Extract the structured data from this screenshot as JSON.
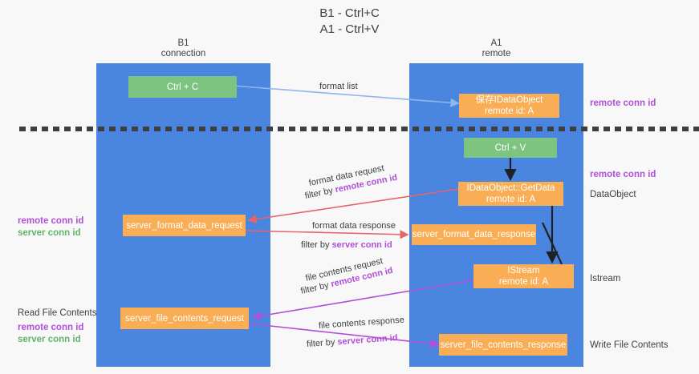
{
  "title": {
    "line1": "B1 - Ctrl+C",
    "line2": "A1 - Ctrl+V"
  },
  "columns": [
    {
      "id": "b1",
      "name": "B1",
      "role": "connection"
    },
    {
      "id": "a1",
      "name": "A1",
      "role": "remote"
    }
  ],
  "colors": {
    "lane": "#4a86e0",
    "box_green": "#7cc47f",
    "box_orange": "#f9ad54",
    "accent_purple": "#b14fd8",
    "accent_green": "#62b36a",
    "arrow_blue": "#8cb8ea",
    "arrow_red": "#e8636b",
    "arrow_magenta": "#b14fd8",
    "arrow_black": "#202124",
    "background": "#f8f8f8",
    "text": "#3c4043"
  },
  "boxes": {
    "ctrl_c": {
      "label": "Ctrl + C",
      "kind": "green"
    },
    "save_idataobject": {
      "line1": "保存IDataObject",
      "line2": "remote id: A",
      "kind": "orange"
    },
    "ctrl_v": {
      "label": "Ctrl + V",
      "kind": "green"
    },
    "getdata": {
      "line1": "IDataObject::GetData",
      "line2": "remote id: A",
      "kind": "orange"
    },
    "server_format_data_request": {
      "label": "server_format_data_request",
      "kind": "orange"
    },
    "server_format_data_response": {
      "label": "server_format_data_response",
      "kind": "orange"
    },
    "istream": {
      "line1": "IStream",
      "line2": "remote id: A",
      "kind": "orange"
    },
    "server_file_contents_request": {
      "label": "server_file_contents_request",
      "kind": "orange"
    },
    "server_file_contents_response": {
      "label": "server_file_contents_response",
      "kind": "orange"
    }
  },
  "right_labels": [
    {
      "id": "remote-conn-id-1",
      "text": "remote conn id",
      "style": "purple"
    },
    {
      "id": "remote-conn-id-2",
      "text": "remote conn id",
      "style": "purple"
    },
    {
      "id": "dataobject",
      "text": "DataObject",
      "style": "dark"
    },
    {
      "id": "istream",
      "text": "Istream",
      "style": "dark"
    },
    {
      "id": "write-file-contents",
      "text": "Write File Contents",
      "style": "dark"
    }
  ],
  "left_labels": {
    "group1": [
      {
        "text": "remote conn id",
        "style": "purple"
      },
      {
        "text": "server conn id",
        "style": "green"
      }
    ],
    "read_file_contents": "Read File Contents",
    "group2": [
      {
        "text": "remote conn id",
        "style": "purple"
      },
      {
        "text": "server conn id",
        "style": "green"
      }
    ]
  },
  "edges": [
    {
      "id": "format-list",
      "text": "format list",
      "color": "arrow_blue"
    },
    {
      "id": "format-data-request",
      "line1": "format data request",
      "line2_plain": "filter by ",
      "line2_accent": "remote conn id",
      "color": "arrow_red"
    },
    {
      "id": "format-data-response",
      "line1": "format data response",
      "line2_plain": "filter by ",
      "line2_accent": "server conn id",
      "color": "arrow_red"
    },
    {
      "id": "file-contents-request",
      "line1": "file contents request",
      "line2_plain": "filter by ",
      "line2_accent": "remote conn id",
      "color": "arrow_magenta"
    },
    {
      "id": "file-contents-response",
      "line1": "file contents response",
      "line2_plain": "filter by ",
      "line2_accent": "server conn id",
      "color": "arrow_magenta"
    }
  ],
  "separator": {
    "name": "phase-divider",
    "style": "dashed"
  }
}
